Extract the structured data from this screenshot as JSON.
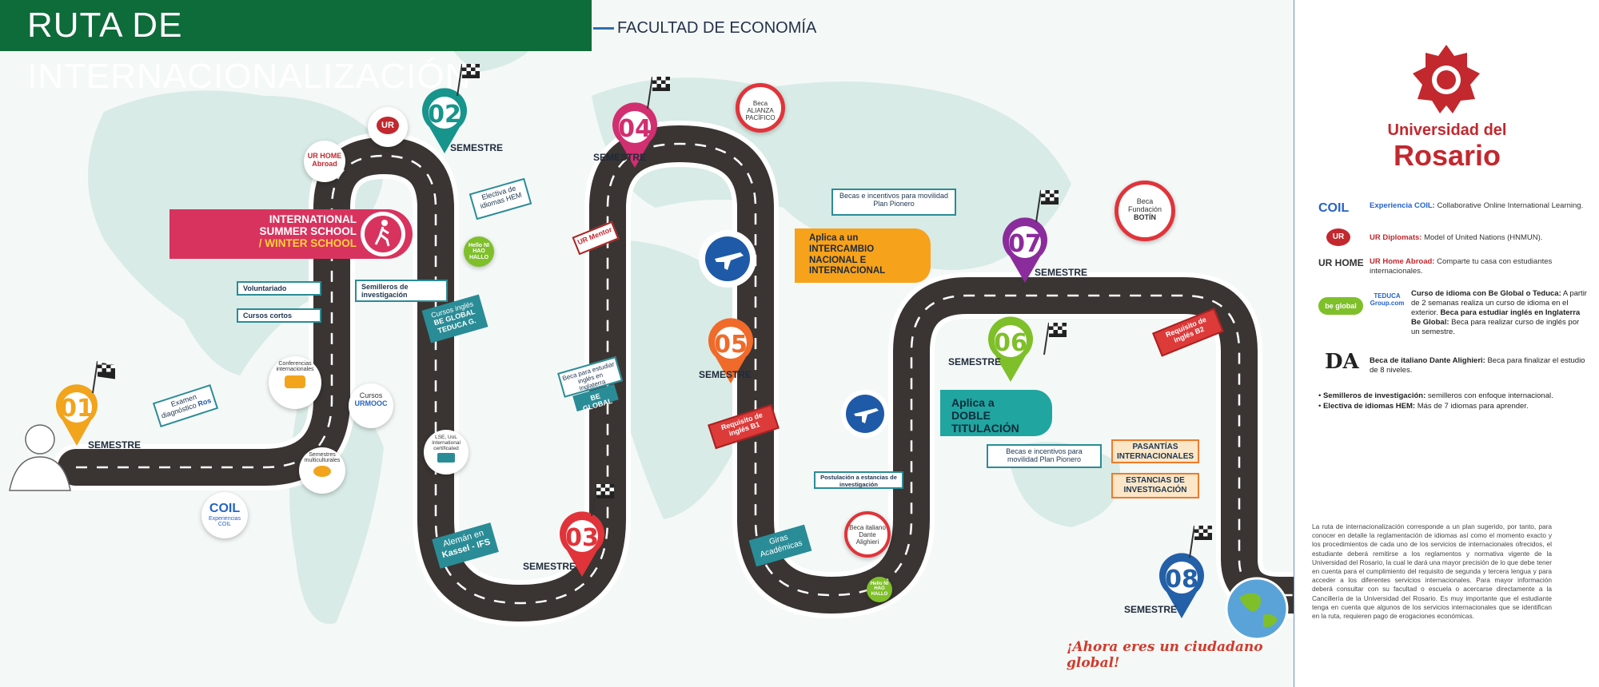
{
  "header": {
    "title": "RUTA DE INTERNACIONALIZACIÓN",
    "faculty": "FACULTAD DE ECONOMÍA"
  },
  "semester_label": "SEMESTRE",
  "pins": [
    {
      "num": "01",
      "color": "#f2a41c"
    },
    {
      "num": "02",
      "color": "#17948c"
    },
    {
      "num": "03",
      "color": "#e0343a"
    },
    {
      "num": "04",
      "color": "#d12f6f"
    },
    {
      "num": "05",
      "color": "#f06a2a"
    },
    {
      "num": "06",
      "color": "#7fbf2a"
    },
    {
      "num": "07",
      "color": "#8a2c9c"
    },
    {
      "num": "08",
      "color": "#2360a8"
    }
  ],
  "signs": {
    "examen": "Examen diagnóstico",
    "examen_brand": "Ros",
    "ur_home": "UR HOME Abroad",
    "ur": "UR",
    "voluntariado": "Voluntariado",
    "cursos_cortos": "Cursos cortos",
    "semilleros": "Semilleros de investigación",
    "summer_line1": "INTERNATIONAL",
    "summer_line2": "SUMMER SCHOOL",
    "summer_line3": "/ WINTER SCHOOL",
    "conferencias": "Conferencias internacionales",
    "cursos": "Cursos",
    "urmooc": "URMOOC",
    "semestres_multi": "Semestres multiculturales",
    "coil": "COIL",
    "coil_sub": "Experiencias COIL",
    "electiva": "Electiva de idiomas HEM",
    "hello": "Hello NI HAO HALLO",
    "cursos_ingles_1": "Cursos inglés",
    "cursos_ingles_2": "BE GLOBAL",
    "cursos_ingles_3": "TEDUCA G.",
    "lse": "LSE, UoL International certificated",
    "aleman_1": "Alemán en",
    "aleman_2": "Kassel - IFS",
    "ur_mentor": "UR Mentor",
    "beca_estudiar_ingles": "Beca para estudiar inglés en Inglaterra",
    "be_global": "BE GLOBAL",
    "beca_alianza": "Beca ALIANZA PACÍFICO",
    "becas_movilidad": "Becas e incentivos para movilidad Plan Pionero",
    "intercambio_1": "Aplica a un",
    "intercambio_2": "INTERCAMBIO",
    "intercambio_3": "NACIONAL E",
    "intercambio_4": "INTERNACIONAL",
    "req_b1": "Requisito de inglés B1",
    "giras": "Giras Académicas",
    "beca_italiano": "Beca italiano Dante Alighieri",
    "postulacion": "Postulación a estancias de investigación",
    "becas_movilidad2": "Becas e incentivos para movilidad Plan Pionero",
    "doble_1": "Aplica a",
    "doble_2": "DOBLE",
    "doble_3": "TITULACIÓN",
    "pasantias": "PASANTÍAS INTERNACIONALES",
    "estancias": "ESTANCIAS DE INVESTIGACIÓN",
    "beca_botin_1": "Beca",
    "beca_botin_2": "Fundación",
    "beca_botin_3": "BOTÍN",
    "req_b2": "Requisito de inglés B2",
    "global_citizen": "¡Ahora eres un ciudadano global!"
  },
  "panel": {
    "uni_line1": "Universidad del",
    "uni_line2": "Rosario",
    "legend": [
      {
        "logo": "COIL",
        "title": "Experiencia COIL:",
        "text": "Collaborative Online International Learning."
      },
      {
        "logo": "UR",
        "title": "UR Diplomats:",
        "text": "Model of United Nations (HNMUN)."
      },
      {
        "logo": "UR HOME",
        "title": "UR Home Abroad:",
        "text": "Comparte tu casa con estudiantes internacionales."
      },
      {
        "logo": "be global",
        "logo2": "TEDUCA Group.com",
        "title": "Curso de idioma con Be Global o Teduca:",
        "text": "A partir de 2 semanas realiza un curso de idioma en el exterior.",
        "title2": "Beca para estudiar inglés en Inglaterra Be Global:",
        "text2": "Beca para realizar curso de inglés por un semestre."
      },
      {
        "logo": "DA",
        "title": "Beca de italiano Dante Alighieri:",
        "text": "Beca para finalizar el estudio de 8 niveles."
      }
    ],
    "bullets": [
      {
        "title": "Semilleros de investigación:",
        "text": "semilleros con enfoque internacional."
      },
      {
        "title": "Electiva de idiomas HEM:",
        "text": "Más de 7 idiomas para aprender."
      }
    ],
    "footnote": "La ruta de internacionalización corresponde a un plan sugerido, por tanto, para conocer en detalle la reglamentación de idiomas así como el momento exacto y los procedimientos de cada uno de los servicios de internacionales ofrecidos, el estudiante deberá remitirse a los reglamentos y normativa vigente de la Universidad del Rosario, la cual le dará una mayor precisión de lo que debe tener en cuenta para el cumplimiento del requisito de segunda y tercera lengua y para acceder a los diferentes servicios internacionales. Para mayor información deberá consultar con su facultad o escuela o acercarse directamente a la Cancillería de la Universidad del Rosario. Es muy importante que el estudiante tenga en cuenta que algunos de los servicios internacionales que se identifican en la ruta, requieren pago de erogaciones económicas."
  },
  "colors": {
    "road": "#3a3533",
    "green": "#0e6b3a",
    "teal": "#2a8c96",
    "red": "#c2282e",
    "orange": "#f7a21b",
    "magenta": "#d8335e"
  }
}
